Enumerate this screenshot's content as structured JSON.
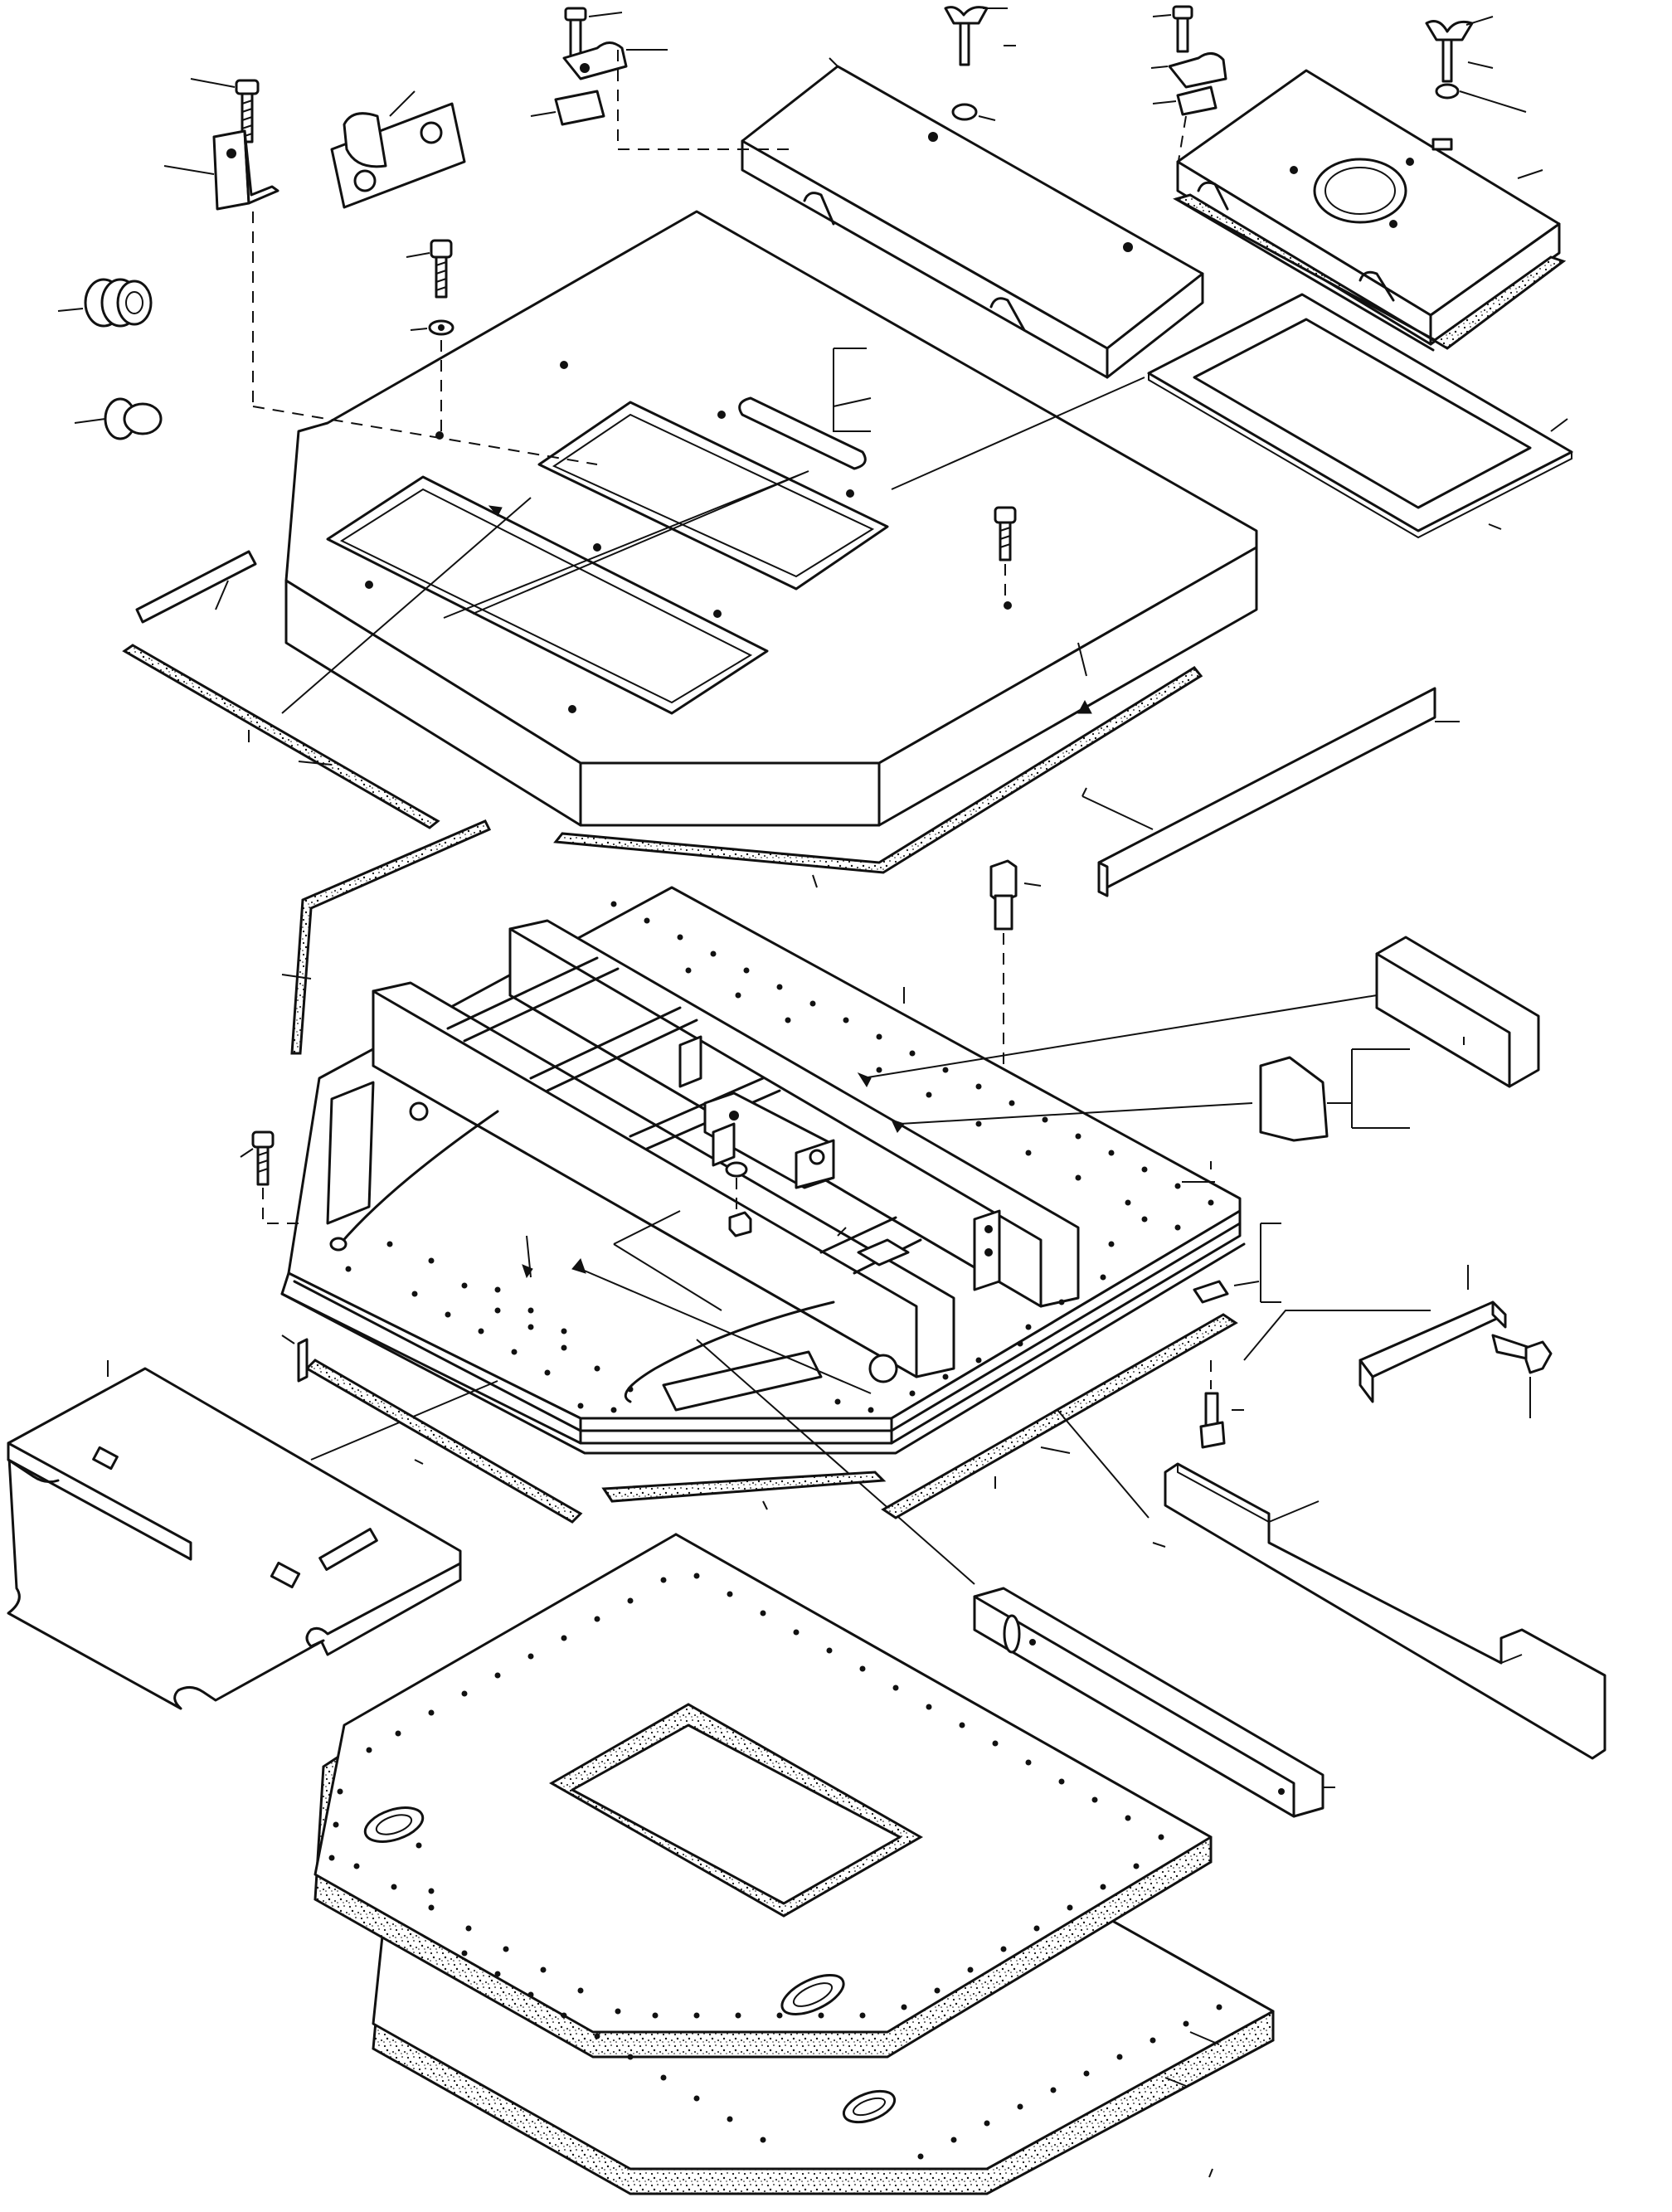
{
  "diagram": {
    "title": "",
    "style": "exploded-view line drawing",
    "colors": {
      "line": "#111111",
      "background": "#ffffff",
      "foam": "#ffffff"
    },
    "components": [
      "top-cover-housing",
      "access-panel-long",
      "access-panel-with-window",
      "window-frame-gasket",
      "base-plate-assembly",
      "foam-pad-upper",
      "foam-pad-lower",
      "side-bracket-plate",
      "side-rail-strip",
      "angle-bracket",
      "hinged-cover-plate",
      "seal-strips",
      "fasteners"
    ]
  }
}
